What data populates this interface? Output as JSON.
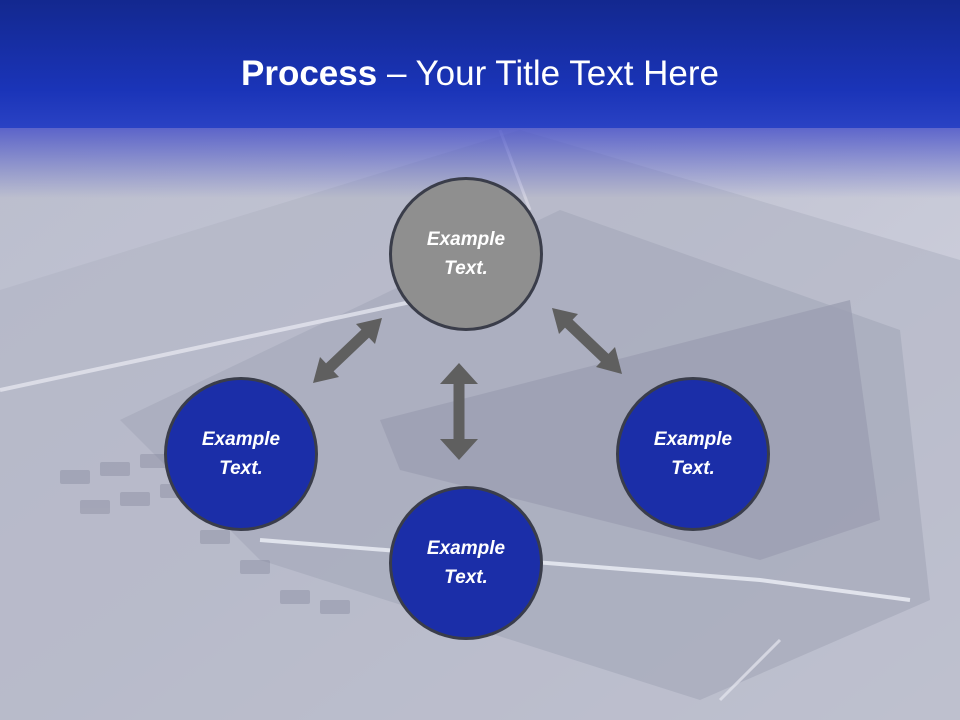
{
  "slide": {
    "title_strong": "Process",
    "title_rest": " – Your Title Text Here"
  },
  "nodes": {
    "top": "Example Text.",
    "left": "Example Text.",
    "bottom": "Example Text.",
    "right": "Example Text."
  },
  "colors": {
    "header": "#1a34b8",
    "node_top": "#8f8f8f",
    "node_other": "#1b2ea8",
    "arrow": "#5f5f5f"
  }
}
